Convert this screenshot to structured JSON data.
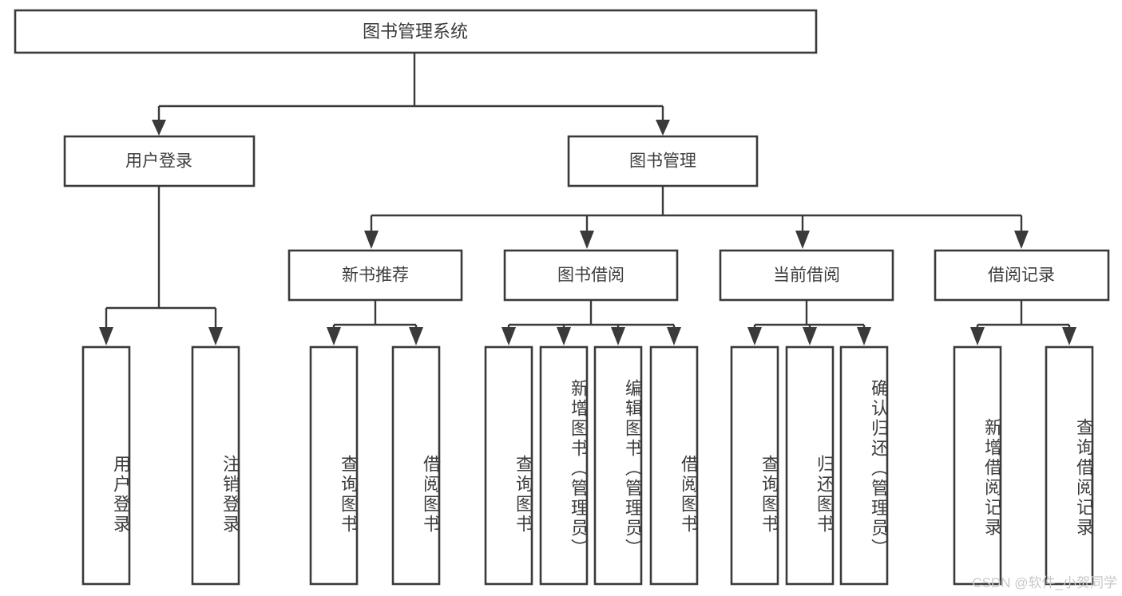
{
  "diagram": {
    "title": "图书管理系统",
    "type": "hierarchy-tree",
    "watermark": "CSDN @软件_小贺同学",
    "colors": {
      "box_fill": "#ffffff",
      "box_stroke": "#3a3a3a",
      "text": "#3c3c3c",
      "line": "#3a3a3a",
      "watermark": "#c9c9c9"
    },
    "levels": {
      "root": {
        "label": "图书管理系统"
      },
      "level2": [
        {
          "id": "user-login",
          "label": "用户登录"
        },
        {
          "id": "book-manage",
          "label": "图书管理"
        }
      ],
      "level3": [
        {
          "id": "new-book-recommend",
          "label": "新书推荐",
          "parent": "book-manage"
        },
        {
          "id": "book-borrow",
          "label": "图书借阅",
          "parent": "book-manage"
        },
        {
          "id": "current-borrow",
          "label": "当前借阅",
          "parent": "book-manage"
        },
        {
          "id": "borrow-record",
          "label": "借阅记录",
          "parent": "book-manage"
        }
      ],
      "leaves": [
        {
          "id": "leaf-user-login",
          "label": "用户登录",
          "parent": "user-login"
        },
        {
          "id": "leaf-user-logout",
          "label": "注销登录",
          "parent": "user-login"
        },
        {
          "id": "leaf-query-book-1",
          "label": "查询图书",
          "parent": "new-book-recommend"
        },
        {
          "id": "leaf-borrow-book-1",
          "label": "借阅图书",
          "parent": "new-book-recommend"
        },
        {
          "id": "leaf-query-book-2",
          "label": "查询图书",
          "parent": "book-borrow"
        },
        {
          "id": "leaf-add-book",
          "label": "新增图书（管理员）",
          "parent": "book-borrow"
        },
        {
          "id": "leaf-edit-book",
          "label": "编辑图书（管理员）",
          "parent": "book-borrow"
        },
        {
          "id": "leaf-borrow-book-2",
          "label": "借阅图书",
          "parent": "book-borrow"
        },
        {
          "id": "leaf-query-book-3",
          "label": "查询图书",
          "parent": "current-borrow"
        },
        {
          "id": "leaf-return-book",
          "label": "归还图书",
          "parent": "current-borrow"
        },
        {
          "id": "leaf-confirm-return",
          "label": "确认归还（管理员）",
          "parent": "current-borrow"
        },
        {
          "id": "leaf-add-record",
          "label": "新增借阅记录",
          "parent": "borrow-record"
        },
        {
          "id": "leaf-query-record",
          "label": "查询借阅记录",
          "parent": "borrow-record"
        }
      ]
    }
  }
}
